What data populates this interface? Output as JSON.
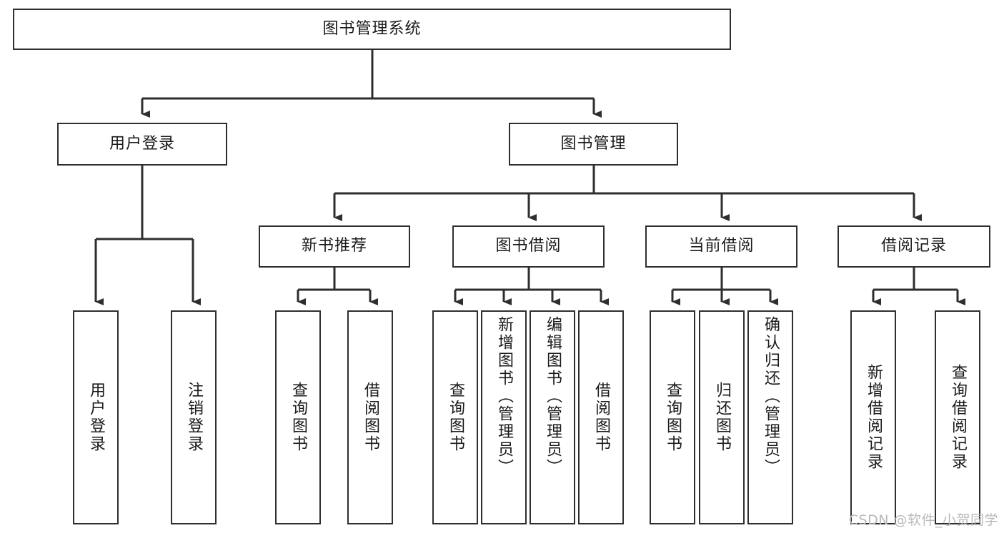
{
  "diagram": {
    "type": "tree-hierarchy-chart",
    "title_node": {
      "label": "图书管理系统"
    },
    "level2": [
      {
        "id": "user-login",
        "label": "用户登录"
      },
      {
        "id": "book-management",
        "label": "图书管理"
      }
    ],
    "level3": [
      {
        "id": "new-book-recommend",
        "label": "新书推荐"
      },
      {
        "id": "book-borrow",
        "label": "图书借阅"
      },
      {
        "id": "current-borrow",
        "label": "当前借阅"
      },
      {
        "id": "borrow-record",
        "label": "借阅记录"
      }
    ],
    "leaves": [
      {
        "id": "leaf-user-login",
        "label": "用户登录",
        "parent": "user-login"
      },
      {
        "id": "leaf-logout-login",
        "label": "注销登录",
        "parent": "user-login"
      },
      {
        "id": "leaf-query-book-1",
        "label": "查询图书",
        "parent": "new-book-recommend"
      },
      {
        "id": "leaf-borrow-book-1",
        "label": "借阅图书",
        "parent": "new-book-recommend"
      },
      {
        "id": "leaf-query-book-2",
        "label": "查询图书",
        "parent": "book-borrow"
      },
      {
        "id": "leaf-add-book-admin",
        "label": "新增图书（管理员）",
        "parent": "book-borrow"
      },
      {
        "id": "leaf-edit-book-admin",
        "label": "编辑图书（管理员）",
        "parent": "book-borrow"
      },
      {
        "id": "leaf-borrow-book-2",
        "label": "借阅图书",
        "parent": "book-borrow"
      },
      {
        "id": "leaf-query-book-3",
        "label": "查询图书",
        "parent": "current-borrow"
      },
      {
        "id": "leaf-return-book",
        "label": "归还图书",
        "parent": "current-borrow"
      },
      {
        "id": "leaf-confirm-return",
        "label": "确认归还（管理员）",
        "parent": "current-borrow"
      },
      {
        "id": "leaf-add-borrow-record",
        "label": "新增借阅记录",
        "parent": "borrow-record"
      },
      {
        "id": "leaf-query-borrow-record",
        "label": "查询借阅记录",
        "parent": "borrow-record"
      }
    ],
    "colors": {
      "border": "#2e2e2e",
      "background": "#ffffff",
      "text": "#1a1a1a",
      "connector": "#2e2e2e",
      "watermark": "#b9b9b9"
    }
  },
  "watermark": {
    "text": "CSDN @软件_小贺同学"
  }
}
